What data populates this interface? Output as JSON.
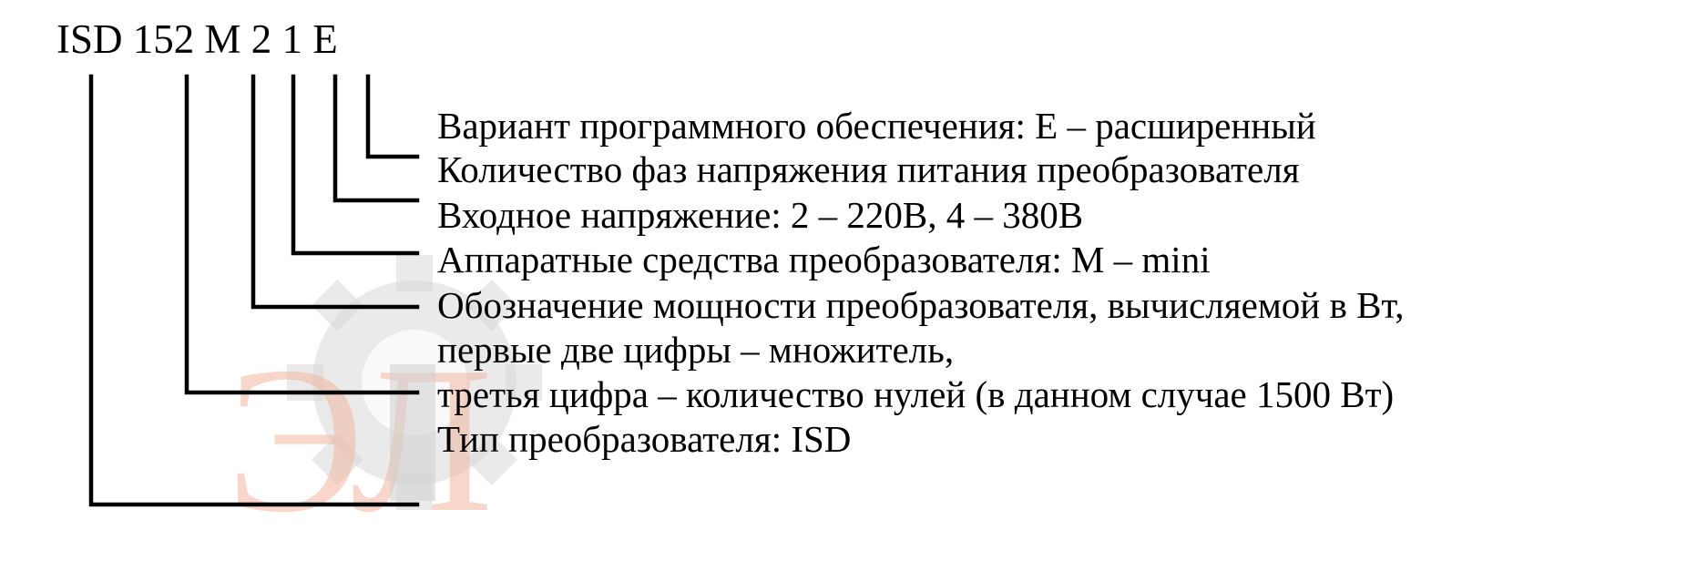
{
  "model_code": {
    "text": "ISD 152 M 2 1 E",
    "parts": [
      "ISD",
      "152",
      "M",
      "2",
      "1",
      "E"
    ]
  },
  "descriptions": [
    "Вариант программного обеспечения: Е – расширенный",
    "Количество фаз напряжения питания преобразователя",
    "Входное напряжение: 2 – 220В, 4 – 380В",
    "Аппаратные средства преобразователя: М – mini",
    "Обозначение мощности преобразователя, вычисляемой в Вт,",
    "первые две цифры – множитель,",
    "третья цифра – количество нулей (в данном случае 1500 Вт)",
    "Тип преобразователя: ISD"
  ],
  "watermark": {
    "text": "ЭЛ",
    "colors": {
      "red": "#f3b8a0",
      "gray": "#d2d2d2"
    },
    "icon": "gear-icon"
  }
}
